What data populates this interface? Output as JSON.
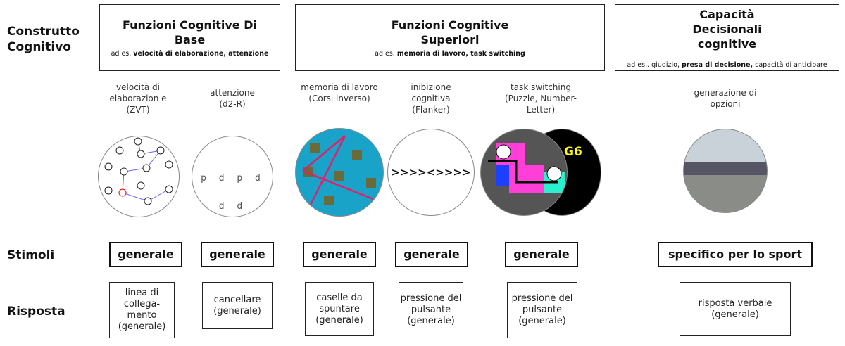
{
  "rows": {
    "construct": "Construtto\nCognitivo",
    "stimuli": "Stimoli",
    "response": "Risposta"
  },
  "constructs": [
    {
      "title": "Funzioni Cognitive Di Base",
      "example_prefix": "ad es.",
      "example_bold": "velocità di elaborazione, attenzione",
      "example_rest": ""
    },
    {
      "title": "Funzioni Cognitive Superiori",
      "example_prefix": "ad es.",
      "example_bold": "memoria di lavoro",
      "example_rest": ", task switching"
    },
    {
      "title": "Capacità Decisionali cognitive",
      "example_prefix": "ad es.. giudizio,",
      "example_bold": "presa di decisione,",
      "example_rest": "capacità di anticipare"
    }
  ],
  "tests": [
    {
      "label": "velocità di elaborazion e (ZVT)",
      "stimulus": "generale",
      "response": "linea di collega-mento (generale)"
    },
    {
      "label": "attenzione (d2-R)",
      "stimulus": "generale",
      "response": "cancellare (generale)"
    },
    {
      "label": "memoria di lavoro (Corsi inverso)",
      "stimulus": "generale",
      "response": "caselle da spuntare (generale)"
    },
    {
      "label": "inibizione cognitiva (Flanker)",
      "stimulus": "generale",
      "response": "pressione del pulsante (generale)",
      "image_text": ">>>><>>>>"
    },
    {
      "label": "task switching (Puzzle, Number-Letter)",
      "stimulus": "generale",
      "response": "pressione del pulsante (generale)",
      "image_text": "G6"
    },
    {
      "label": "generazione di opzioni",
      "stimulus": "specifico per lo sport",
      "response": "risposta verbale (generale)"
    }
  ]
}
